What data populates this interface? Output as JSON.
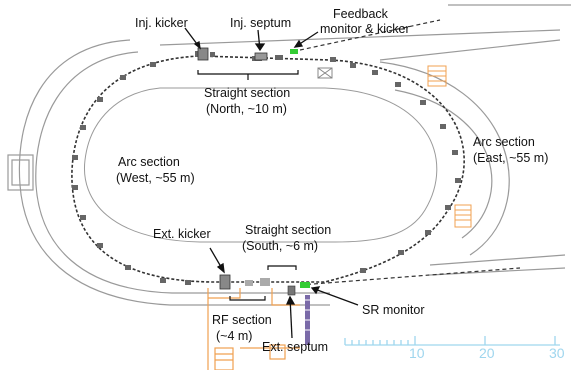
{
  "labels": {
    "inj_kicker": "Inj. kicker",
    "inj_septum": "Inj. septum",
    "feedback_1": "Feedback",
    "feedback_2": "monitor & kicker",
    "straight_north_1": "Straight section",
    "straight_north_2": "(North, ~10 m)",
    "arc_west_1": "Arc section",
    "arc_west_2": "(West, ~55 m)",
    "arc_east_1": "Arc section",
    "arc_east_2": "(East, ~55 m)",
    "ext_kicker": "Ext. kicker",
    "straight_south_1": "Straight section",
    "straight_south_2": "(South, ~6 m)",
    "sr_monitor": "SR monitor",
    "rf_1": "RF section",
    "rf_2": "(~4 m)",
    "ext_septum": "Ext. septum"
  },
  "scale_bar": {
    "ticks": [
      "10",
      "20",
      "30"
    ],
    "color": "#9fd6ee"
  },
  "colors": {
    "building_lines": "#9a9a9a",
    "beamline": "#333333",
    "rf_outline": "#f0a050",
    "feedback_element": "#33cc33",
    "septum_pipe": "#7a6aa8"
  }
}
